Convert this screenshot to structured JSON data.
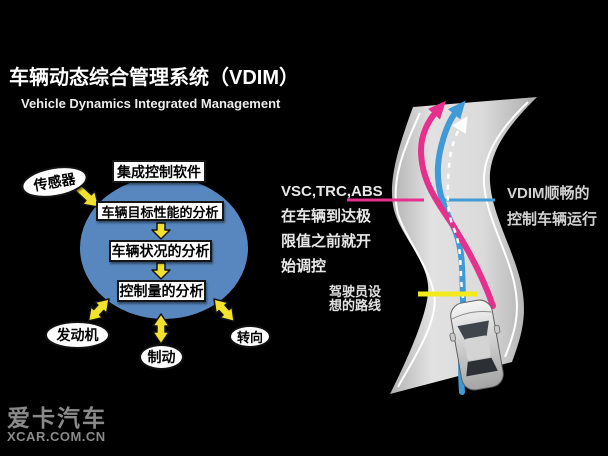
{
  "header": {
    "title": "车辆动态综合管理系统（VDIM）",
    "subtitle": "Vehicle Dynamics Integrated Management"
  },
  "flowchart": {
    "sensor": "传感器",
    "steps": [
      "集成控制软件",
      "车辆目标性能的分析",
      "车辆状况的分析",
      "控制量的分析"
    ],
    "actuators": [
      "发动机",
      "制动",
      "转向"
    ]
  },
  "callouts": {
    "vsc": [
      "VSC,TRC,ABS",
      "在车辆到达极",
      "限值之前就开",
      "始调控"
    ],
    "driver": [
      "驾驶员设",
      "想的路线"
    ],
    "vdim": [
      "VDIM顺畅的",
      "控制车辆运行"
    ]
  },
  "watermark": {
    "brand": "爱卡汽车",
    "site": "XCAR.COM.CN"
  },
  "colors": {
    "background": "#000000",
    "vsc_trajectory_pink": "#e5308d",
    "vdim_trajectory_blue": "#3f9ad6",
    "driver_line_yellow": "#f2ea1d",
    "system_ellipse_blue": "#5787be",
    "arrow_yellow": "#f3e22d",
    "road_gray": "#d6d6d6"
  }
}
